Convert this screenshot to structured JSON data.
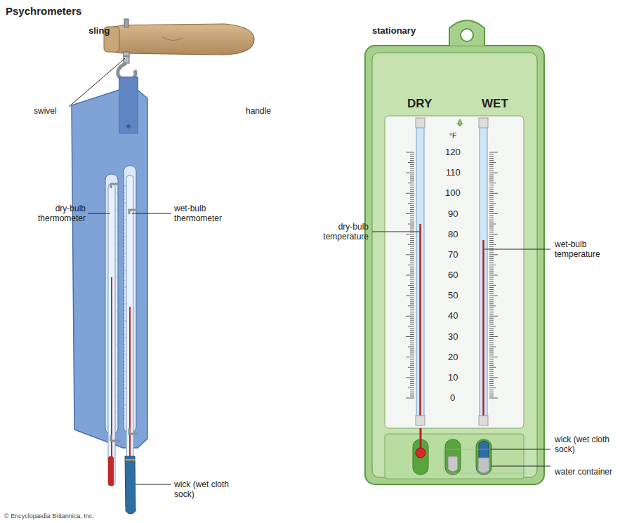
{
  "diagram": {
    "title": "Psychrometers",
    "labels": [
      "sling",
      "stationary",
      "swivel",
      "handle",
      "dry-bulb thermometer",
      "wet-bulb thermometer",
      "wick (wet cloth sock)",
      "DRY",
      "WET",
      "°F",
      "120",
      "110",
      "100",
      "90",
      "80",
      "70",
      "60",
      "50",
      "40",
      "30",
      "20",
      "10",
      "0",
      "dry-bulb temperature",
      "wet-bulb temperature",
      "wick (wet cloth sock)",
      "water container",
      "© Encyclopædia Britannica, Inc."
    ]
  }
}
